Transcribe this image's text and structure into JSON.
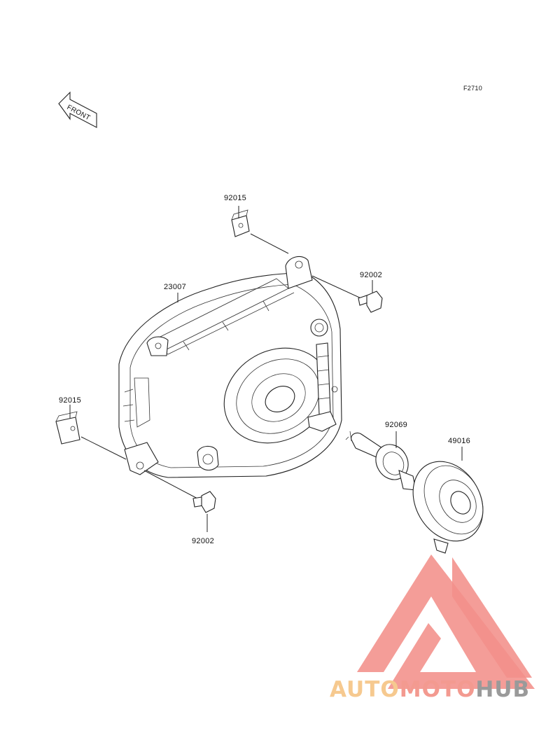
{
  "figure_code": "F2710",
  "front_label": "FRONT",
  "parts": [
    {
      "key": "nut_top",
      "label": "92015"
    },
    {
      "key": "headlight_unit",
      "label": "23007"
    },
    {
      "key": "bolt_right",
      "label": "92002"
    },
    {
      "key": "nut_left",
      "label": "92015"
    },
    {
      "key": "bulb",
      "label": "92069"
    },
    {
      "key": "socket_cover",
      "label": "49016"
    },
    {
      "key": "bolt_bottom",
      "label": "92002"
    }
  ],
  "watermark": {
    "auto": "AUTO",
    "moto": "MOTO",
    "hub": "HUB",
    "colors": {
      "auto": "#f6c98f",
      "moto": "#f39a90",
      "hub": "#9a9a9a",
      "logo": "#f3908a"
    }
  }
}
